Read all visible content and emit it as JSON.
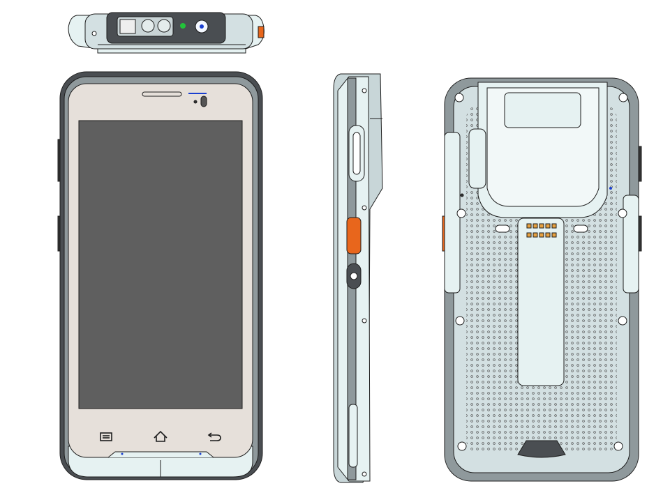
{
  "views": [
    "top-view",
    "front-view",
    "side-view",
    "back-view"
  ],
  "colors": {
    "body_light": "#e6f2f2",
    "body_mid": "#c8d6d8",
    "frame_dark": "#4a4e52",
    "face": "#e6e0da",
    "screen": "#5f5f5f",
    "accent_orange": "#e8661c",
    "indicator_green": "#22c33a",
    "indicator_blue": "#1a3fd0",
    "outline": "#1c1c1c"
  },
  "icons": [
    "menu-icon",
    "home-icon",
    "back-icon",
    "camera-icon",
    "speaker-icon",
    "charging-contacts-icon"
  ]
}
